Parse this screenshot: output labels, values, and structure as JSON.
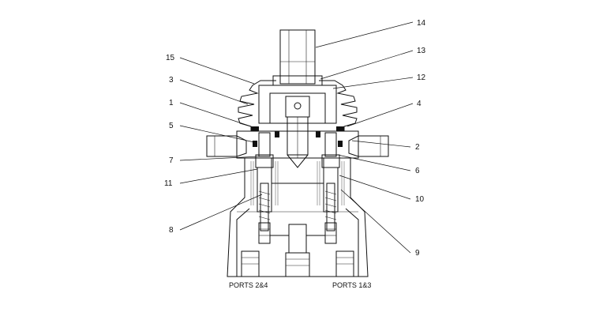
{
  "figure": {
    "callouts": [
      "1",
      "2",
      "3",
      "4",
      "5",
      "6",
      "7",
      "8",
      "9",
      "10",
      "11",
      "12",
      "13",
      "14",
      "15"
    ],
    "port_labels": {
      "left": "PORTS 2&4",
      "right": "PORTS 1&3"
    }
  }
}
